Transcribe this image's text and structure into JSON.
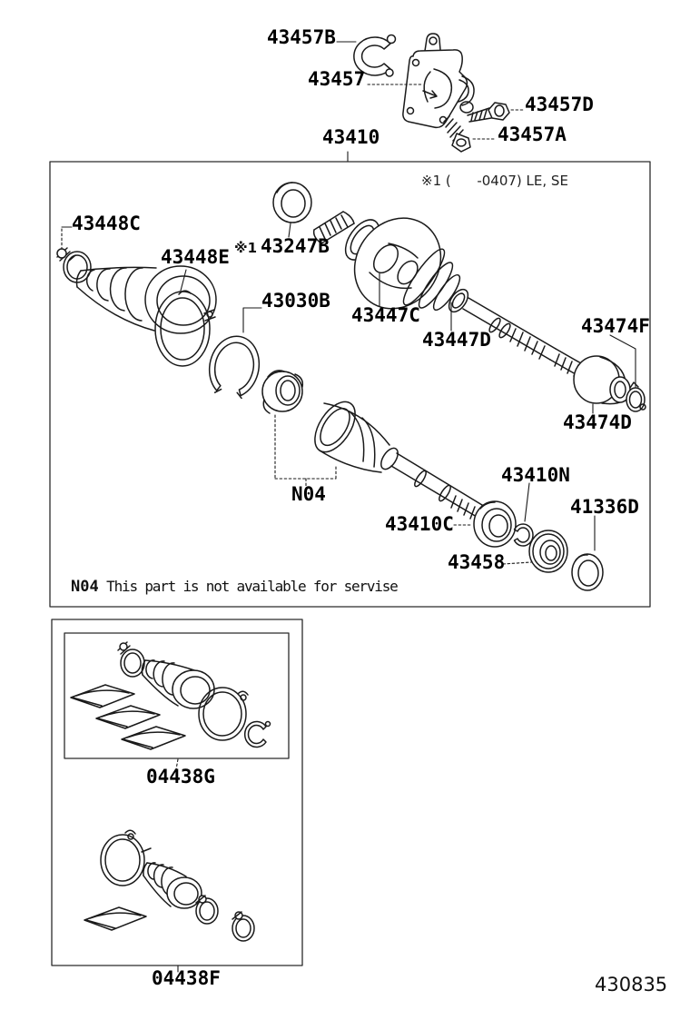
{
  "labels": {
    "43457B": "43457B",
    "43457": "43457",
    "43457D": "43457D",
    "43457A": "43457A",
    "43410": "43410",
    "43448C": "43448C",
    "43448E": "43448E",
    "ref1": "※1",
    "43247B": "43247B",
    "43030B": "43030B",
    "43447C": "43447C",
    "43447D": "43447D",
    "43474F": "43474F",
    "43474D": "43474D",
    "N04": "N04",
    "43410C": "43410C",
    "43410N": "43410N",
    "43458": "43458",
    "41336D": "41336D",
    "04438G": "04438G",
    "04438F": "04438F"
  },
  "notes": {
    "variant": "※1 (      -0407) LE, SE",
    "service_prefix": "N04",
    "service_text": " This part is not available for servise"
  },
  "footer": {
    "drawing_code": "430835"
  },
  "colors": {
    "line": "#1a1a1a",
    "label": "#000000",
    "background": "#ffffff"
  }
}
